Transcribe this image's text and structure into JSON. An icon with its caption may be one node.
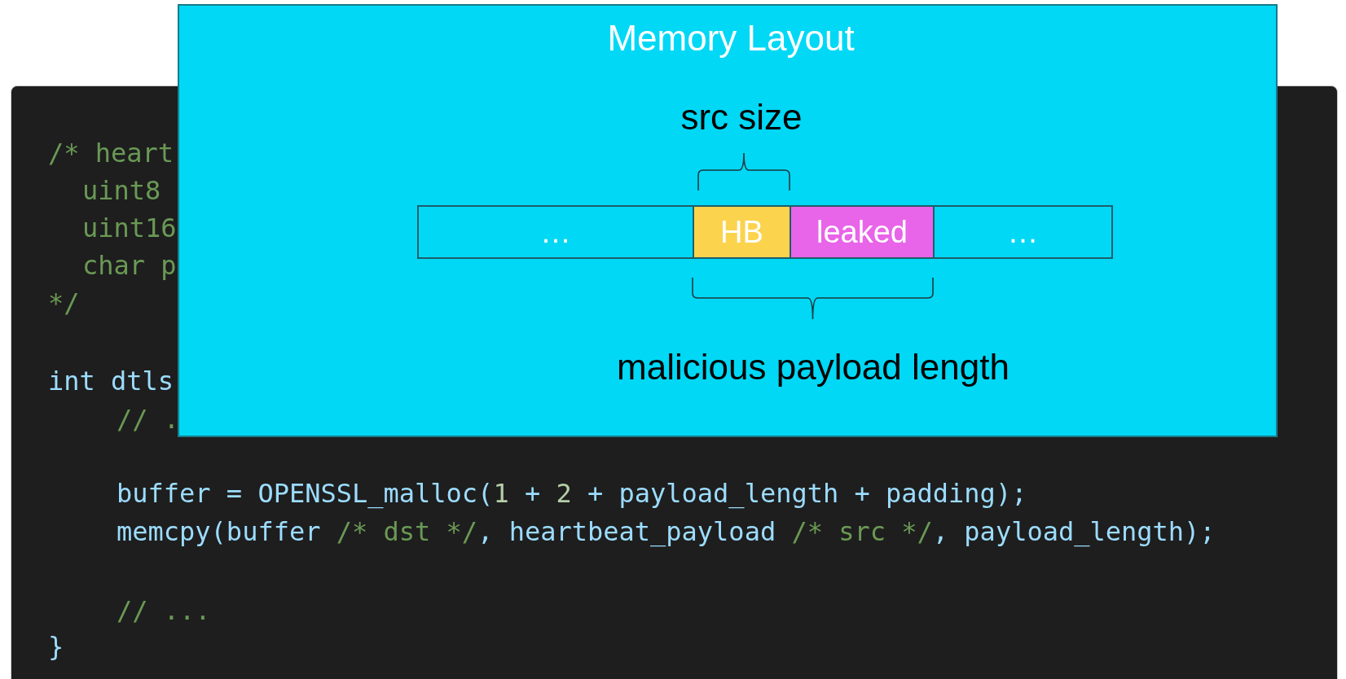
{
  "diagram": {
    "nodes": [
      {
        "text": [
          "Memory Layout"
        ]
      },
      {
        "text": [
          "…"
        ],
        "in": 0
      },
      {
        "text": [
          "HB"
        ],
        "in": 0
      },
      {
        "text": [
          "leaked"
        ],
        "in": 0
      },
      {
        "text": [
          "…"
        ],
        "in": 0
      }
    ],
    "edges": [],
    "labels": [
      "src size",
      "malicious payload length",
      "/* heart",
      "uint8",
      "uint16",
      "char p",
      "*/",
      "int dtls",
      "// .",
      "buffer = OPENSSL_malloc(1 + 2 + payload_length + padding);",
      "memcpy(buffer /* dst */, heartbeat_payload /* src */, payload_length);",
      "// ...",
      "}"
    ]
  }
}
